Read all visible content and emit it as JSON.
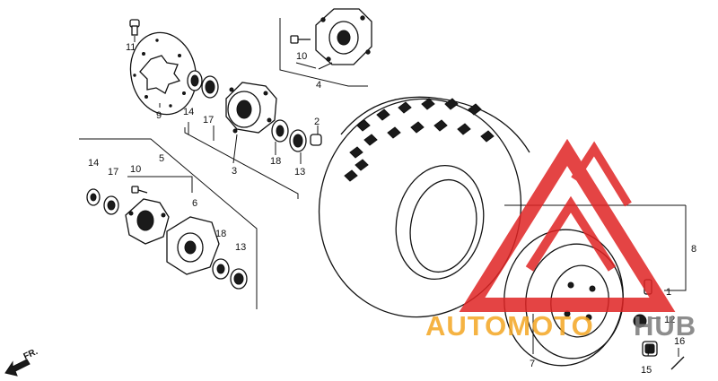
{
  "callouts": {
    "c1": "1",
    "c2": "2",
    "c3": "3",
    "c4": "4",
    "c5": "5",
    "c6": "6",
    "c7": "7",
    "c8": "8",
    "c9": "9",
    "c10a": "10",
    "c10b": "10",
    "c11": "11",
    "c12": "12",
    "c13a": "13",
    "c13b": "13",
    "c14a": "14",
    "c14b": "14",
    "c15": "15",
    "c16": "16",
    "c17a": "17",
    "c17b": "17",
    "c18a": "18",
    "c18b": "18"
  },
  "direction": {
    "label": "FR."
  },
  "watermark": {
    "text_a": "AUTOMOTO",
    "text_b": "HUB",
    "color_red": "#e02424",
    "color_orange": "#f4a623"
  }
}
